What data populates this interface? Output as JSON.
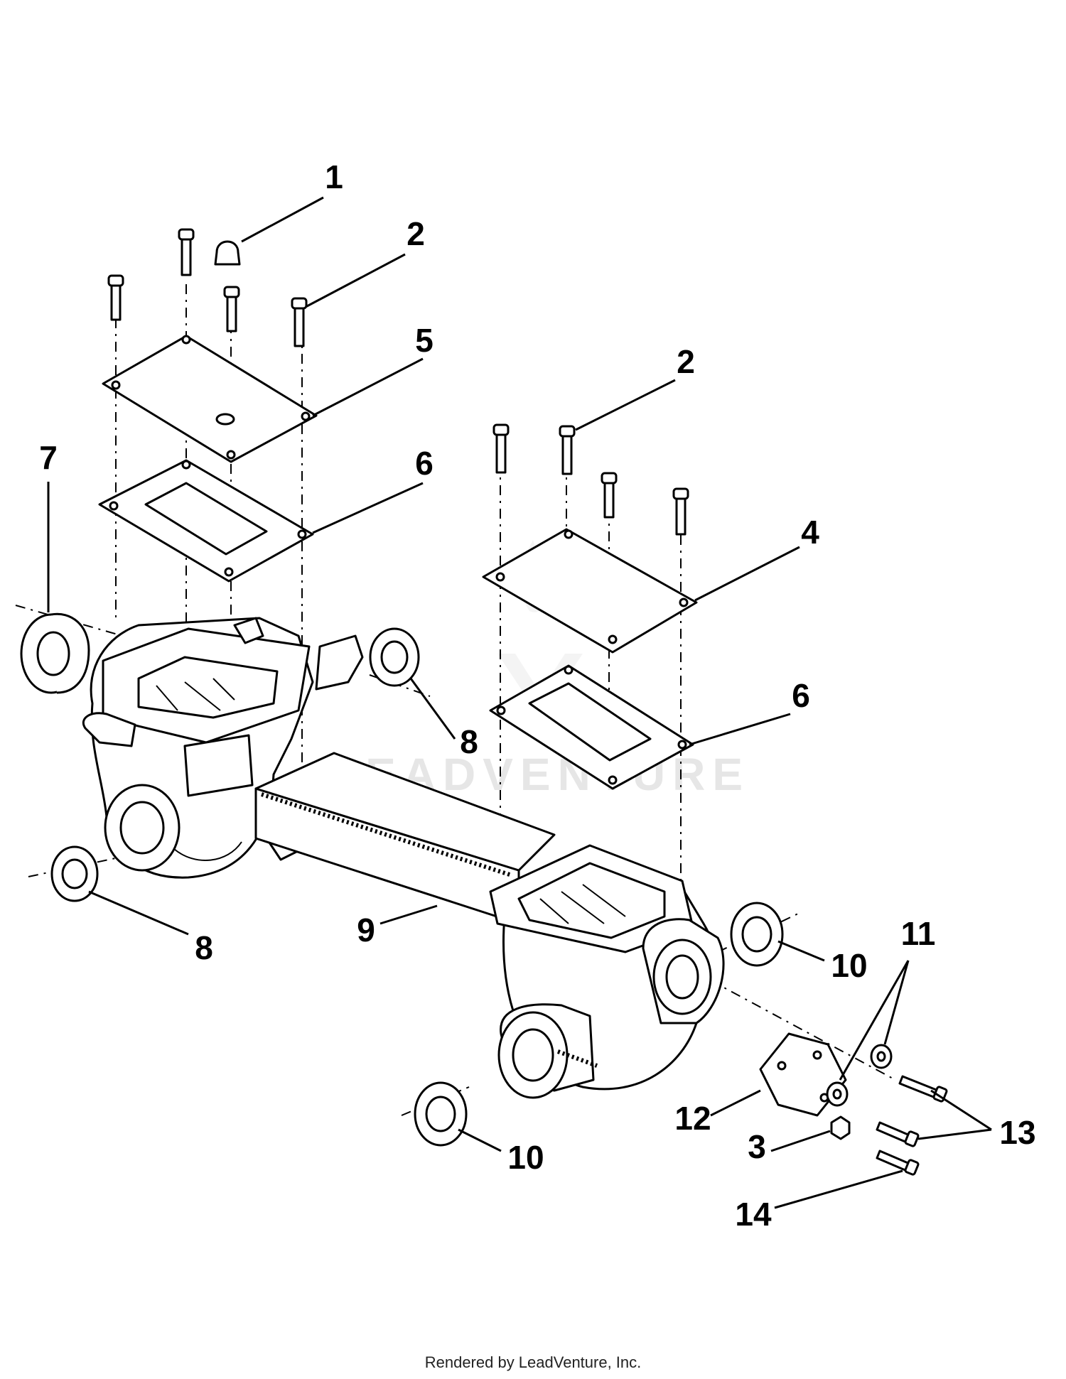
{
  "diagram": {
    "callouts": [
      {
        "id": "c1",
        "label": "1"
      },
      {
        "id": "c2a",
        "label": "2"
      },
      {
        "id": "c2b",
        "label": "2"
      },
      {
        "id": "c3",
        "label": "3"
      },
      {
        "id": "c4",
        "label": "4"
      },
      {
        "id": "c5",
        "label": "5"
      },
      {
        "id": "c6a",
        "label": "6"
      },
      {
        "id": "c6b",
        "label": "6"
      },
      {
        "id": "c7",
        "label": "7"
      },
      {
        "id": "c8a",
        "label": "8"
      },
      {
        "id": "c8b",
        "label": "8"
      },
      {
        "id": "c9",
        "label": "9"
      },
      {
        "id": "c10a",
        "label": "10"
      },
      {
        "id": "c10b",
        "label": "10"
      },
      {
        "id": "c11",
        "label": "11"
      },
      {
        "id": "c12",
        "label": "12"
      },
      {
        "id": "c13",
        "label": "13"
      },
      {
        "id": "c14",
        "label": "14"
      }
    ],
    "watermark": "LEADVENTURE",
    "footer": "Rendered by LeadVenture, Inc."
  }
}
